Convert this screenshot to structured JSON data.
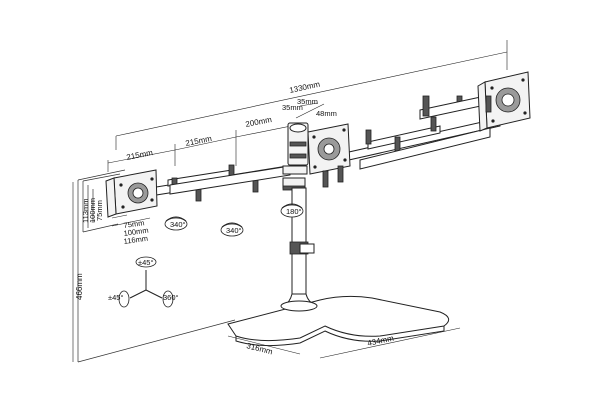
{
  "dimensions": {
    "total_width": "1330mm",
    "arm_seg_1": "215mm",
    "arm_seg_2": "215mm",
    "arm_seg_3": "200mm",
    "center_35a": "35mm",
    "center_35b": "35mm",
    "center_48": "48mm",
    "vesa_h_113": "113mm",
    "vesa_h_100": "100mm",
    "vesa_h_75": "75mm",
    "vesa_w_75": "75mm",
    "vesa_w_100": "100mm",
    "vesa_w_116": "116mm",
    "height_466": "466mm",
    "base_316": "316mm",
    "base_434": "434mm"
  },
  "rotations": {
    "r340a": "340°",
    "r340b": "340°",
    "r180": "180°",
    "tilt": "±45°",
    "swivel": "±45°",
    "rotate": "360°"
  },
  "colors": {
    "line": "#222222",
    "background": "#ffffff"
  }
}
